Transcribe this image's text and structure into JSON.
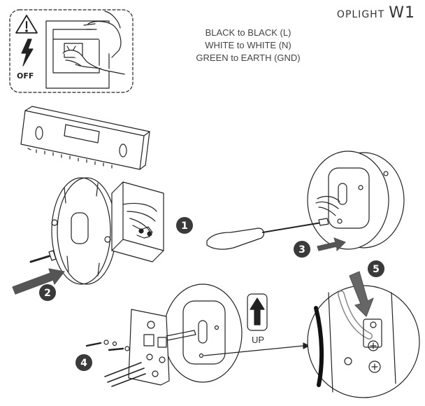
{
  "brand": {
    "prefix": "OPLIGHT",
    "model": "W1"
  },
  "power_off_label": "OFF",
  "wiring": [
    "BLACK to BLACK (L)",
    "WHITE to WHITE (N)",
    "GREEN to EARTH (GND)"
  ],
  "steps": [
    "1",
    "2",
    "3",
    "4",
    "5"
  ],
  "up_label": "UP",
  "icons": [
    "warning-icon",
    "lightning-icon",
    "up-arrow-icon"
  ]
}
